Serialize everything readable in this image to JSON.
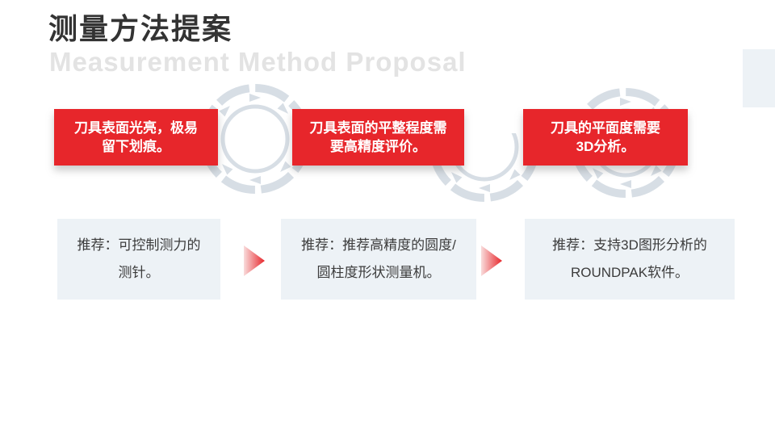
{
  "header": {
    "title": "测量方法提案",
    "subtitle": "Measurement Method Proposal"
  },
  "problems": [
    {
      "lines": [
        "刀具表面光亮，极易",
        "留下划痕。"
      ]
    },
    {
      "lines": [
        "刀具表面的平整程度需",
        "要高精度评价。"
      ]
    },
    {
      "lines": [
        "刀具的平面度需要",
        "3D分析。"
      ]
    }
  ],
  "recommendations": [
    {
      "lines": [
        "推荐：可控制测力的",
        "测针。"
      ]
    },
    {
      "lines": [
        "推荐：推荐高精度的圆度/",
        "圆柱度形状测量机。"
      ]
    },
    {
      "lines": [
        "推荐：支持3D图形分析的",
        "ROUNDPAK软件。"
      ]
    }
  ],
  "icons": {
    "ring": "circular-arrows-cycle",
    "flow_arrow": "triangle-right-arrow"
  },
  "colors": {
    "accent_red": "#e7262b",
    "panel_light": "#edf2f6",
    "ring_gray": "#d7dee5",
    "subtitle_gray": "#e3e3e3",
    "title_dark": "#333333",
    "body_text": "#3c3c3c",
    "arrow_gradient_start": "#f9dcdc",
    "arrow_gradient_end": "#e7262b"
  }
}
